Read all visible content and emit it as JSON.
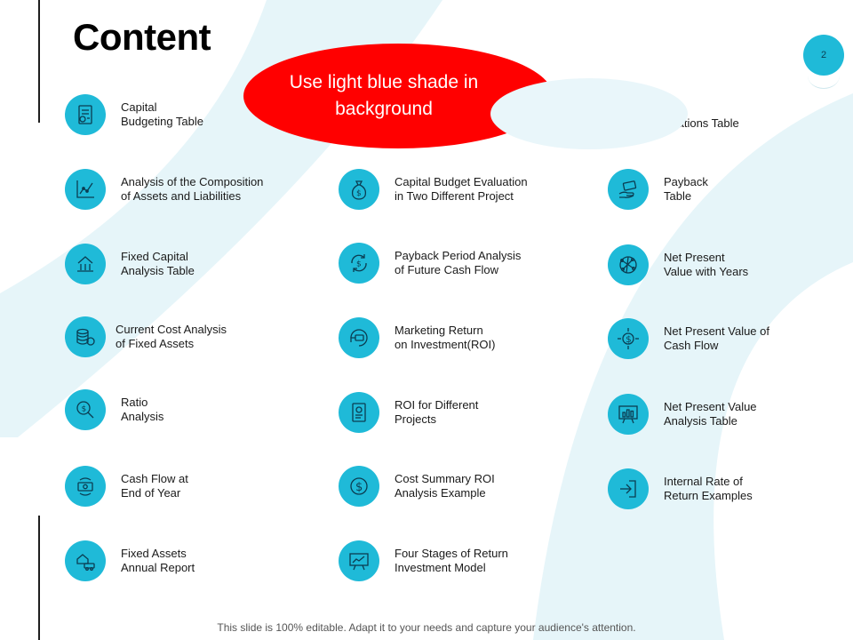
{
  "slide": {
    "title": "Content",
    "page_number": "2",
    "callout": "Use light blue shade in background",
    "footer": "This slide is 100% editable. Adapt it to your needs and capture your audience's attention.",
    "accent_color": "#1fbad8",
    "callout_color": "#ff0000",
    "background_shade": "#e6f5f9"
  },
  "col1": [
    {
      "line1": "Capital",
      "line2": "Budgeting Table",
      "icon": "budget-document-icon"
    },
    {
      "line1": "Analysis of the Composition",
      "line2": "of Assets and Liabilities",
      "icon": "line-chart-icon"
    },
    {
      "line1": "Fixed Capital",
      "line2": "Analysis Table",
      "icon": "bank-building-icon"
    },
    {
      "line1": "Current Cost Analysis",
      "line2": "of Fixed Assets",
      "icon": "coin-stack-icon"
    },
    {
      "line1": "Ratio",
      "line2": "Analysis",
      "icon": "dollar-magnifier-icon"
    },
    {
      "line1": "Cash Flow at",
      "line2": "End of Year",
      "icon": "cash-cycle-icon"
    },
    {
      "line1": "Fixed Assets",
      "line2": "Annual Report",
      "icon": "assets-house-car-icon"
    }
  ],
  "col2": [
    {
      "line1": "Capital Budget Evaluation",
      "line2": "in Two Different Project",
      "icon": "money-bag-icon"
    },
    {
      "line1": "Payback Period Analysis",
      "line2": "of Future Cash Flow",
      "icon": "dollar-refresh-icon"
    },
    {
      "line1": "Marketing Return",
      "line2": "on Investment(ROI)",
      "icon": "money-return-icon"
    },
    {
      "line1": "ROI for Different",
      "line2": "Projects",
      "icon": "project-document-icon"
    },
    {
      "line1": "Cost Summary ROI",
      "line2": "Analysis Example",
      "icon": "dollar-coin-icon"
    },
    {
      "line1": "Four Stages of Return",
      "line2": "Investment Model",
      "icon": "presentation-board-icon"
    }
  ],
  "col3_top_partial": "culations Table",
  "col3": [
    {
      "line1": "Payback",
      "line2": "Table",
      "icon": "hand-money-icon"
    },
    {
      "line1": "Net Present",
      "line2": "Value with Years",
      "icon": "network-globe-icon"
    },
    {
      "line1": "Net Present Value of",
      "line2": "Cash Flow",
      "icon": "dollar-arrows-icon"
    },
    {
      "line1": "Net Present Value",
      "line2": "Analysis Table",
      "icon": "chart-board-icon"
    },
    {
      "line1": "Internal Rate of",
      "line2": "Return Examples",
      "icon": "enter-arrow-icon"
    }
  ]
}
